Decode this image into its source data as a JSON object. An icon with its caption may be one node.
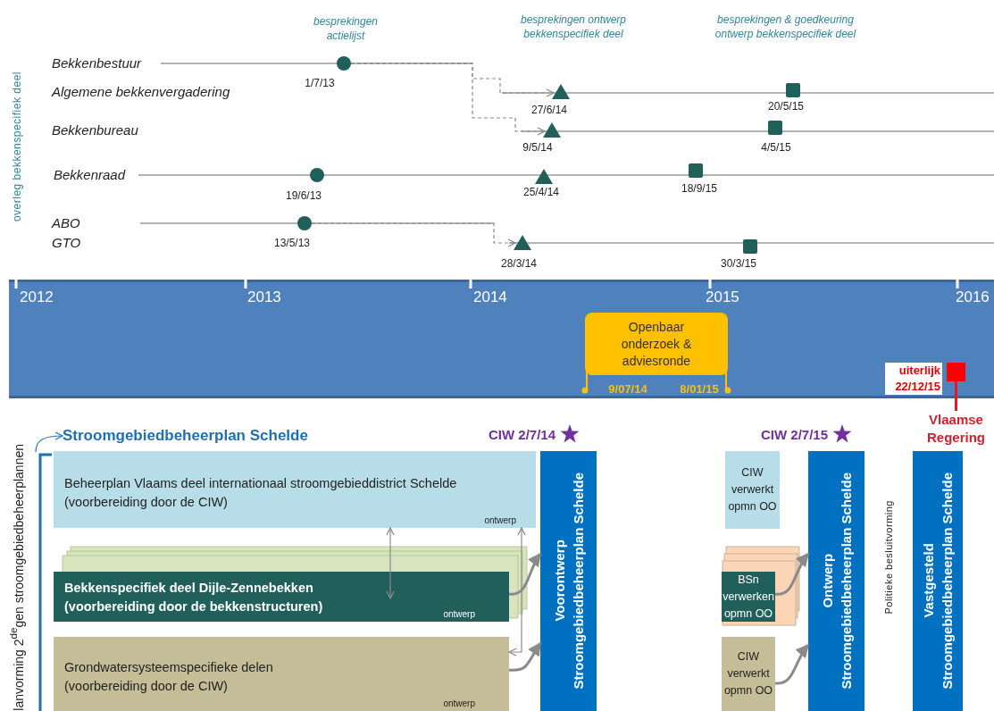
{
  "diagram": {
    "nodes": [
      {
        "text": [
          "Bekkenbestuur"
        ]
      },
      {
        "text": [
          "Algemene bekkenvergadering"
        ]
      },
      {
        "text": [
          "Bekkenbureau"
        ]
      },
      {
        "text": [
          "Bekkenraad"
        ]
      },
      {
        "text": [
          "ABO"
        ]
      },
      {
        "text": [
          "GTO"
        ]
      },
      {
        "text": [],
        "shape": "circle",
        "beside": [
          "1/7/13"
        ]
      },
      {
        "text": [],
        "shape": "triangle",
        "beside": [
          "27/6/14"
        ]
      },
      {
        "text": [],
        "shape": "box",
        "beside": [
          "20/5/15"
        ]
      },
      {
        "text": [],
        "shape": "triangle",
        "beside": [
          "9/5/14"
        ]
      },
      {
        "text": [],
        "shape": "box",
        "beside": [
          "4/5/15"
        ]
      },
      {
        "text": [],
        "shape": "circle",
        "beside": [
          "19/6/13"
        ]
      },
      {
        "text": [],
        "shape": "triangle",
        "beside": [
          "25/4/14"
        ]
      },
      {
        "text": [],
        "shape": "box",
        "beside": [
          "18/9/15"
        ]
      },
      {
        "text": [],
        "shape": "circle",
        "beside": [
          "13/5/13"
        ]
      },
      {
        "text": [],
        "shape": "triangle",
        "beside": [
          "28/3/14"
        ]
      },
      {
        "text": [],
        "shape": "box",
        "beside": [
          "30/3/15"
        ]
      },
      {
        "text": [
          "Openbaar onderzoek & adviesronde"
        ],
        "beside": [
          "9/07/14",
          "8/01/15"
        ]
      },
      {
        "text": [],
        "shape": "box",
        "beside": [
          "uiterlijk 22/12/15"
        ]
      },
      {
        "text": [
          "Vlaamse Regering"
        ]
      },
      {
        "text": [
          "lanvorming 2$^{de}$gen stroomgebiedbeheerplannen"
        ]
      },
      {
        "text": [
          "Stroomgebiedbeheerplan Schelde"
        ]
      },
      {
        "text": [
          "Beheerplan Vlaams deel internationaal stroomgebieddistrict Schelde (voorbereiding door de CIW)",
          "ontwerp"
        ]
      },
      {
        "text": [
          "Bekkenspecifiek deel Dijle-Zennebekken (voorbereiding door de bekkenstructuren)",
          "ontwerp"
        ]
      },
      {
        "text": [
          "Grondwatersysteemspecifieke delen (voorbereiding door de CIW)",
          "ontwerp"
        ]
      },
      {
        "text": [
          "Voorontwerp",
          "Stroomgebiedbeheerplan Schelde"
        ]
      },
      {
        "text": [
          "CIW verwerkt opmn OO"
        ]
      },
      {
        "text": [
          "BSn verwerken opmn OO"
        ]
      },
      {
        "text": [
          "CIW verwerkt opmn OO"
        ]
      },
      {
        "text": [
          "Ontwerp",
          "Stroomgebiedbeheerplan Schelde"
        ]
      },
      {
        "text": [
          "Vastgesteld",
          "Stroomgebiedbeheerplan Schelde"
        ]
      }
    ],
    "edges": [
      {
        "from": 6,
        "to": 7,
        "arrow": "to",
        "style": "dashed"
      },
      {
        "from": 6,
        "to": 9,
        "arrow": "to",
        "style": "dashed"
      },
      {
        "from": 14,
        "to": 15,
        "arrow": "to",
        "style": "dashed"
      },
      {
        "from": 20,
        "to": 21,
        "arrow": "to",
        "color": "#2e75b6"
      },
      {
        "from": 22,
        "to": 23,
        "arrow": "both"
      },
      {
        "from": 22,
        "to": 24,
        "arrow": "both"
      },
      {
        "from": 23,
        "to": 25,
        "arrow": "to",
        "style": "thick"
      },
      {
        "from": 24,
        "to": 25,
        "arrow": "to",
        "style": "thick"
      },
      {
        "from": 27,
        "to": 29,
        "arrow": "to",
        "style": "thick"
      },
      {
        "from": 28,
        "to": 29,
        "arrow": "to",
        "style": "thick"
      },
      {
        "from": 18,
        "to": 19,
        "arrow": "none",
        "style": "thick",
        "color": "#e8191f"
      }
    ],
    "labels": [
      "overleg bekkenspecifiek deel",
      "besprekingen actielijst",
      "besprekingen ontwerp bekkenspecifiek deel",
      "besprekingen & goedkeuring ontwerp bekkenspecifiek deel",
      "2012",
      "2013",
      "2014",
      "2015",
      "2016",
      "CIW 2/7/14",
      "CIW 2/7/15",
      "Politieke besluitvorming"
    ]
  }
}
